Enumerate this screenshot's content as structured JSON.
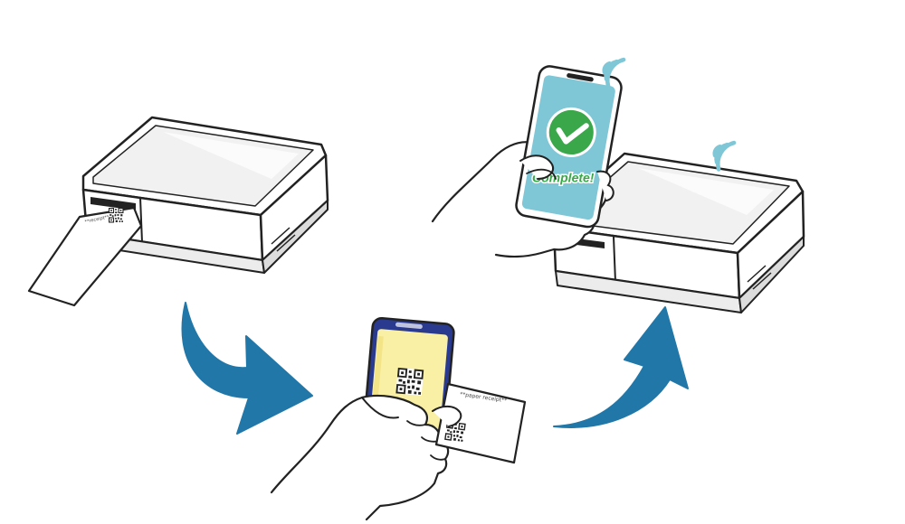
{
  "diagram": {
    "steps": [
      {
        "id": "print-receipt",
        "object": "printer-with-receipt"
      },
      {
        "id": "scan-code",
        "object": "phone-scanning-receipt"
      },
      {
        "id": "confirm",
        "object": "phone-and-printer-connected"
      }
    ],
    "phone_scan": {
      "screen_color": "#f9f0a6",
      "header_color": "#2a3b8f"
    },
    "phone_confirm": {
      "screen_color": "#7fc7d6",
      "check_color": "#3aa84a",
      "status_text": "Complete!"
    },
    "receipt_card_text": "**paper receipt**",
    "receipt_slip_text": "**receipt**",
    "colors": {
      "arrow": "#2177a8",
      "signal": "#7fc7d6",
      "outline": "#222222",
      "device_body": "#ffffff",
      "device_top": "#eeeeee"
    },
    "icons": [
      "qr-code-icon",
      "check-icon",
      "wifi-signal-icon",
      "curved-arrow-icon"
    ]
  }
}
